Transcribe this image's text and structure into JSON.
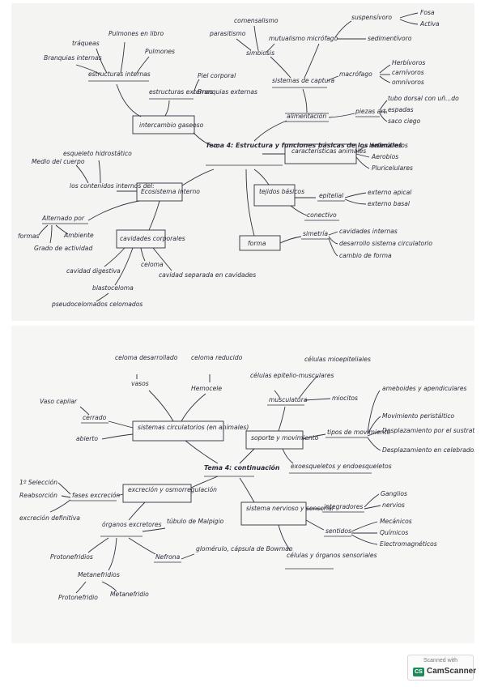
{
  "sheet1": {
    "center": "Tema 4: Estructura y funciones básicas de los animales",
    "nodes": {
      "intercambio": "intercambio gaseoso",
      "estructuras_internas": "estructuras internas",
      "branquias_internas": "Branquias internas",
      "traqueas": "tráqueas",
      "pulmones_libro": "Pulmones en libro",
      "pulmones": "Pulmones",
      "estructuras_externas": "estructuras externas",
      "piel_corporal": "Piel corporal",
      "branquias_externas": "Branquias externas",
      "sistemas_captura": "sistemas de captura",
      "comensalismo": "comensalismo",
      "parasitismo": "parasitismo",
      "mutualismo": "mutualismo",
      "simbiosis": "simbiosis",
      "micrófago": "micrófago",
      "suspensívoro": "suspensívoro",
      "fosa": "Fosa",
      "activa": "Activa",
      "sedimentívoro": "sedimentívoro",
      "macrófago": "macrófago",
      "herbívoros": "Herbívoros",
      "carnívoros": "carnívoros",
      "omnívoros": "omnívoros",
      "alimentación": "alimentación",
      "piezas_art": "piezas art.",
      "tubo_dorsal": "tubo dorsal con uñ...do",
      "espadas": "espadas",
      "saco_ciego": "saco ciego",
      "caracteristicas": "características animales",
      "heterótrofos": "Heterótrofos",
      "aerobios": "Aerobios",
      "pluricelulares": "Pluricelulares",
      "tejidos": "tejidos básicos",
      "epitelial": "epitelial",
      "externo_apical": "externo apical",
      "externo_basal": "externo basal",
      "conectivo": "conectivo",
      "esqueleto": "esqueleto hidrostático",
      "medio_cuerpo": "Medio del cuerpo",
      "contenidos": "los contenidos internos del:",
      "ecosistema": "Ecosistema interno",
      "alternado": "Alternado por",
      "formas": "formas",
      "ambiente": "Ambiente",
      "grado_actividad": "Grado de actividad",
      "cavidades": "cavidades corporales",
      "cavidad_digestiva": "cavidad digestiva",
      "celoma": "celoma",
      "cavidad_separada": "cavidad separada en cavidades",
      "blastoceloma": "blastoceloma",
      "pseudocelomados": "pseudocelomados celomados",
      "forma": "forma",
      "simetría": "simetría",
      "cavidades_internas": "cavidades internas",
      "desarrollo_sistema": "desarrollo sistema circulatorio",
      "cambio_forma": "cambio de forma"
    }
  },
  "sheet2": {
    "center": "Tema 4: continuación",
    "nodes": {
      "sistemas_circulatorios": "sistemas circulatorios (en animales)",
      "celoma_desarrollado": "celoma desarrollado",
      "vasos": "vasos",
      "celoma_reducido": "celoma reducido",
      "hemocele": "Hemocele",
      "vaso_capilar": "Vaso capilar",
      "cerrado": "cerrado",
      "abierto": "abierto",
      "soporte": "soporte y movimiento",
      "musculatura": "musculatura",
      "celulas_musculares": "células epitelio-musculares",
      "celulas_mioepiteliales": "células mioepiteliales",
      "miocitos": "miocitos",
      "tipos_movimiento": "tipos de movimiento",
      "ameboides": "ameboides y apendiculares",
      "peristaltico": "Movimiento peristáltico",
      "desplazamiento_sustrato": "Desplazamiento por el sustrato",
      "desplazamiento_celebrados": "Desplazamiento en celebrados",
      "exoesqueletos": "exoesqueletos y endoesqueletos",
      "excrecion": "excreción y osmorregulación",
      "seleccion": "1º Selección",
      "reabsorcion": "Reabsorción",
      "excrecion_definitiva": "excreción definitiva",
      "fases_excrecion": "fases excreción",
      "organos_excretores": "órganos excretores",
      "tubulo_malpigio": "túbulo de Malpigio",
      "protonefridios": "Protonefridios",
      "metanefridios": "Metanefridios",
      "protonefridio": "Protonefridio",
      "metanefridio": "Metanefridio",
      "nefrona": "Nefrona",
      "glomérulo": "glomérulo, cápsula de Bowman",
      "sistema_nervioso": "sistema nervioso y sensorial",
      "integradores": "integradores",
      "ganglios": "Ganglios",
      "nervios": "nervios",
      "sentidos": "sentidos",
      "mecánicos": "Mecánicos",
      "químicos": "Químicos",
      "electromagnéticos": "Electromagnéticos",
      "celulas_organos": "células y órganos sensoriales"
    }
  },
  "badge": {
    "scanned_with": "Scanned with",
    "logo": "CS",
    "name": "CamScanner"
  }
}
